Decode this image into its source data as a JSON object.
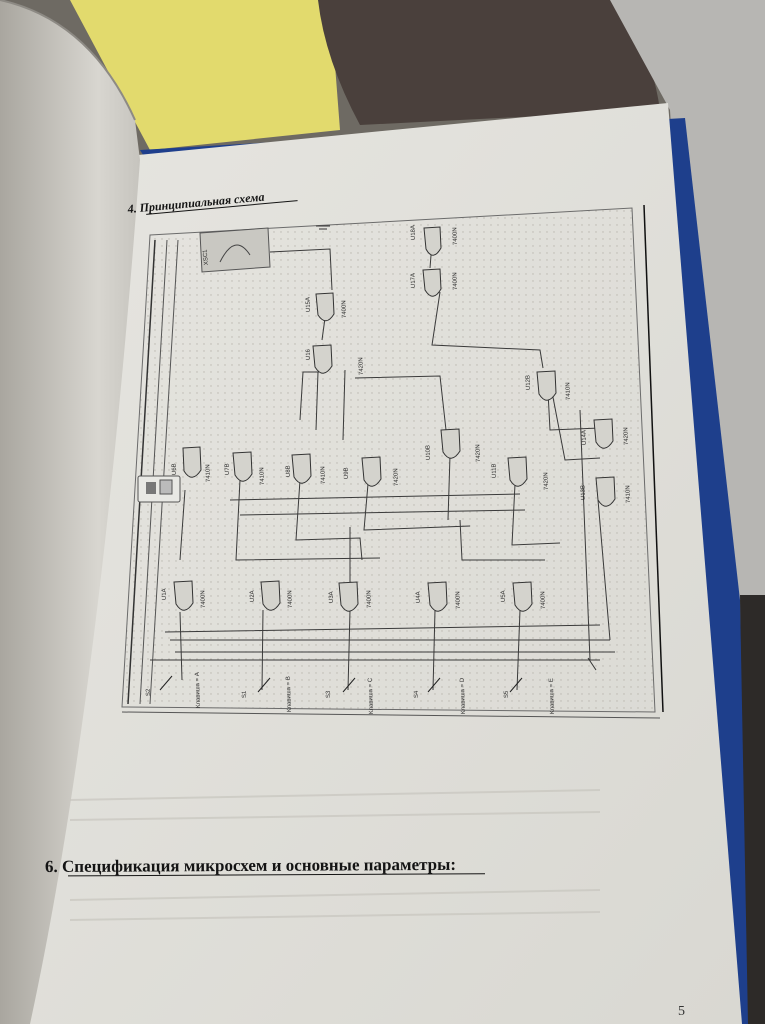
{
  "page": {
    "section4_title": "4.  Принципиальная схема",
    "section6_title": "6.  Спецификация микросхем и основные параметры:",
    "page_number": "5"
  },
  "schematic": {
    "top_chips": [
      "U18A 7400N",
      "U17A 7400N",
      "U15A 7400N",
      "U16 7420N"
    ],
    "middle_chips": [
      {
        "id": "U6B",
        "part": "7410N"
      },
      {
        "id": "U7B",
        "part": "7410N"
      },
      {
        "id": "U8B",
        "part": "7410N"
      },
      {
        "id": "U9B",
        "part": "7420N"
      },
      {
        "id": "U10B",
        "part": "7420N"
      },
      {
        "id": "U11B",
        "part": "7420N"
      },
      {
        "id": "U12B",
        "part": "7410N"
      },
      {
        "id": "U13B",
        "part": "7410N"
      },
      {
        "id": "U14A",
        "part": "7420N"
      }
    ],
    "bottom_chips": [
      {
        "id": "U1A",
        "part": "7400N"
      },
      {
        "id": "U2A",
        "part": "7400N"
      },
      {
        "id": "U3A",
        "part": "7400N"
      },
      {
        "id": "U4A",
        "part": "7400N"
      },
      {
        "id": "U5A",
        "part": "7400N"
      }
    ],
    "switches": [
      {
        "id": "S2",
        "key": "Клавиша = A"
      },
      {
        "id": "S1",
        "key": "Клавиша = B"
      },
      {
        "id": "S3",
        "key": "Клавиша = C"
      },
      {
        "id": "S4",
        "key": "Клавиша = D"
      },
      {
        "id": "S5",
        "key": "Клавиша = E"
      }
    ],
    "scope_label": "XSC1"
  },
  "colors": {
    "paper": "#ecebe7",
    "binder_blue": "#1e3f8c",
    "desk": "#6b6760",
    "yellow_paper": "#e4dc6a",
    "ink": "#141414"
  }
}
